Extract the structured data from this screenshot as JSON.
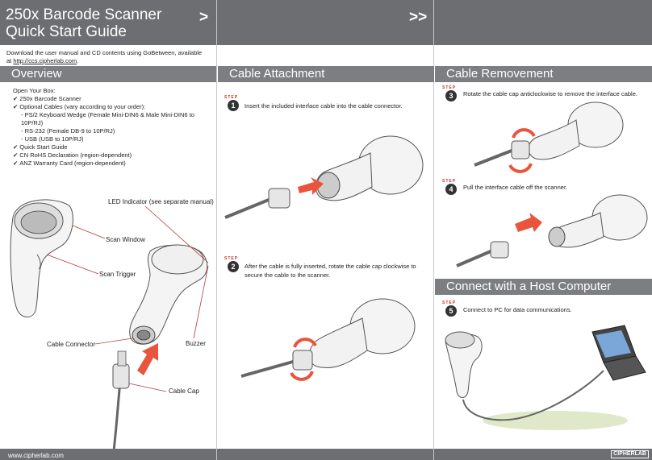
{
  "header": {
    "title_line1": "250x Barcode Scanner",
    "title_line2": "Quick Start Guide",
    "arrow_single": ">",
    "arrow_double": ">>"
  },
  "download": {
    "text": "Download the user manual and CD contents using GoBetween, available at ",
    "link": "http://ccs.cipherlab.com",
    "suffix": "."
  },
  "overview": {
    "heading": "Overview",
    "open_box_title": "Open Your Box:",
    "items": [
      "250x Barcode Scanner",
      "Optional Cables (vary according to your order):",
      "Quick Start Guide",
      "CN RoHS Declaration (region-dependent)",
      "ANZ Warranty Card (region-dependent)"
    ],
    "sub_items": [
      "- PS/2 Keyboard Wedge (Female Mini-DIN6 & Male Mini-DIN6 to 10P/RJ)",
      "- RS-232 (Female DB-9 to 10P/RJ)",
      "- USB (USB to 10P/RJ)"
    ],
    "labels": {
      "led": "LED Indicator (see separate manual)",
      "scan_window": "Scan Window",
      "scan_trigger": "Scan Trigger",
      "cable_connector": "Cable Connector",
      "buzzer": "Buzzer",
      "cable_cap": "Cable Cap"
    }
  },
  "cable_attachment": {
    "heading": "Cable Attachment",
    "step_tag": "STEP",
    "step1_num": "1",
    "step1_text": "Insert the included interface cable into the cable connector.",
    "step2_num": "2",
    "step2_text": "After the cable is fully inserted, rotate the cable cap clockwise to secure the cable to the scanner."
  },
  "cable_removement": {
    "heading": "Cable Removement",
    "step3_num": "3",
    "step3_text": "Rotate the cable cap anticlockwise to remove the interface cable.",
    "step4_num": "4",
    "step4_text": "Pull the interface cable off the scanner."
  },
  "connect": {
    "heading": "Connect with a Host Computer",
    "step5_num": "5",
    "step5_text": "Connect to PC for data communications."
  },
  "footer": {
    "url": "www.cipherlab.com",
    "logo": "CIPHERLAB"
  },
  "colors": {
    "bar": "#6d6e71",
    "section": "#7d7e81",
    "accent_arrow": "#e8553c",
    "leader_line": "#b83a3a"
  }
}
